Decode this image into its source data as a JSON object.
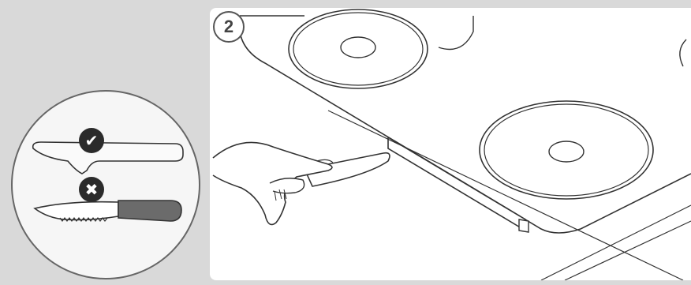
{
  "step": {
    "number": "2"
  },
  "inset": {
    "correct_symbol": "✔",
    "wrong_symbol": "✖",
    "correct_tool": "butter-knife",
    "wrong_tool": "serrated-knife"
  },
  "scene": {
    "objects": [
      "hob-glass-top",
      "cooking-zone-rear",
      "cooking-zone-front",
      "trim-strip",
      "hand-with-knife",
      "worktop"
    ]
  },
  "colors": {
    "background": "#d9d9d9",
    "line": "#333333",
    "handle": "#6b6b6b",
    "mark": "#2b2b2b"
  }
}
